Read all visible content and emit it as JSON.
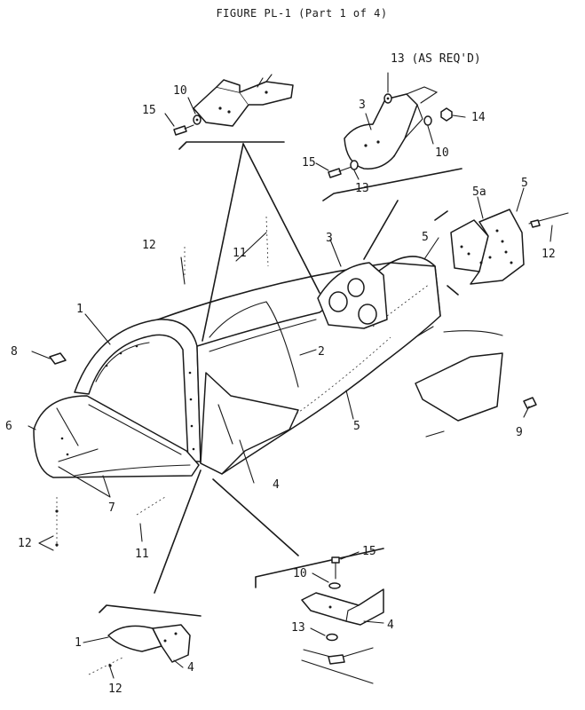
{
  "figure": {
    "title": "FIGURE PL-1 (Part 1 of 4)"
  },
  "callouts": {
    "top_left": {
      "c15": "15",
      "c10": "10"
    },
    "top_right": {
      "c13_req": "13 (AS REQ'D)",
      "c3": "3",
      "c14": "14",
      "c10": "10",
      "c15": "15",
      "c13": "13"
    },
    "right_bracket": {
      "c5a": "5a",
      "c5": "5",
      "c12": "12"
    },
    "main": {
      "c12_top": "12",
      "c11_top": "11",
      "c3": "3",
      "c5_top": "5",
      "c1": "1",
      "c2": "2",
      "c8": "8",
      "c5_lower": "5",
      "c9": "9",
      "c6": "6",
      "c4": "4",
      "c7": "7",
      "c12_left": "12",
      "c11_lower": "11"
    },
    "bottom_right": {
      "c15": "15",
      "c10": "10",
      "c4": "4",
      "c13": "13"
    },
    "bottom_left": {
      "c1": "1",
      "c4": "4",
      "c12": "12"
    }
  }
}
